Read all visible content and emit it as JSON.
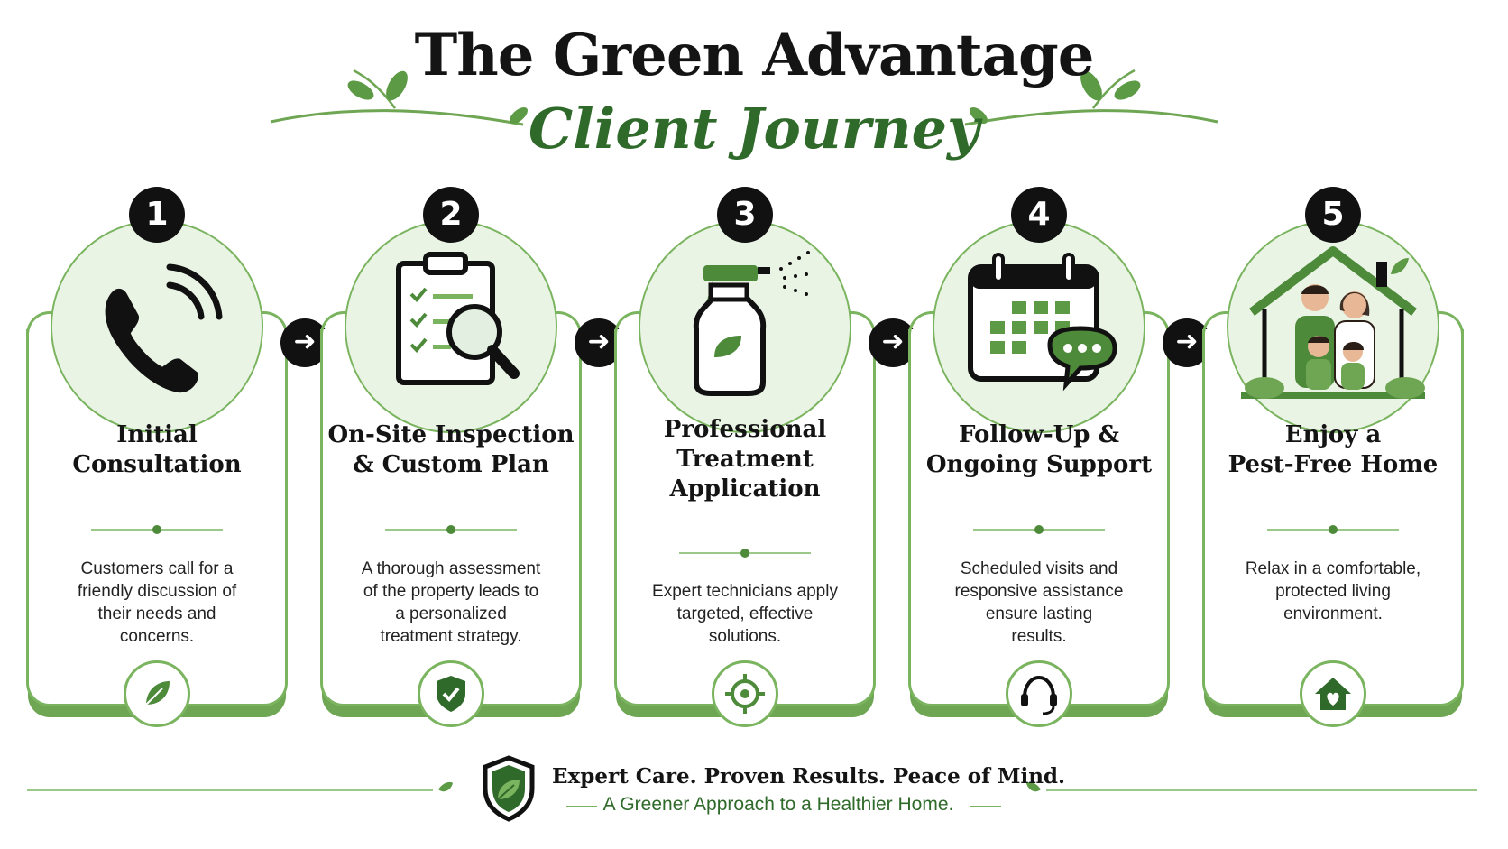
{
  "header": {
    "title": "The Green Advantage",
    "subtitle": "Client Journey"
  },
  "steps": [
    {
      "number": "1",
      "title_lines": [
        "Initial",
        "Consultation"
      ],
      "description_lines": [
        "Customers call for a",
        "friendly discussion of",
        "their needs and",
        "concerns."
      ],
      "main_icon": "phone-icon",
      "mini_icon": "leaf-icon"
    },
    {
      "number": "2",
      "title_lines": [
        "On-Site Inspection",
        "& Custom Plan"
      ],
      "description_lines": [
        "A thorough assessment",
        "of the property leads to",
        "a personalized",
        "treatment strategy."
      ],
      "main_icon": "clipboard-magnifier-icon",
      "mini_icon": "shield-check-icon"
    },
    {
      "number": "3",
      "title_lines": [
        "Professional",
        "Treatment",
        "Application"
      ],
      "description_lines": [
        "Expert technicians apply",
        "targeted, effective",
        "solutions."
      ],
      "main_icon": "spray-bottle-icon",
      "mini_icon": "target-icon"
    },
    {
      "number": "4",
      "title_lines": [
        "Follow-Up &",
        "Ongoing Support"
      ],
      "description_lines": [
        "Scheduled visits and",
        "responsive assistance",
        "ensure lasting",
        "results."
      ],
      "main_icon": "calendar-chat-icon",
      "mini_icon": "headset-icon"
    },
    {
      "number": "5",
      "title_lines": [
        "Enjoy a",
        "Pest-Free Home"
      ],
      "description_lines": [
        "Relax in a comfortable,",
        "protected living",
        "environment."
      ],
      "main_icon": "family-house-icon",
      "mini_icon": "home-heart-icon"
    }
  ],
  "arrow_icon": "arrow-right-icon",
  "footer": {
    "tagline": "Expert Care. Proven Results. Peace of Mind.",
    "subtagline": "A Greener Approach to a Healthier Home.",
    "badge_icon": "shield-leaf-icon"
  },
  "colors": {
    "accent_green": "#2f6a2a",
    "border_green": "#7ab45f",
    "light_green": "#eaf4e5",
    "badge_black": "#111111"
  }
}
